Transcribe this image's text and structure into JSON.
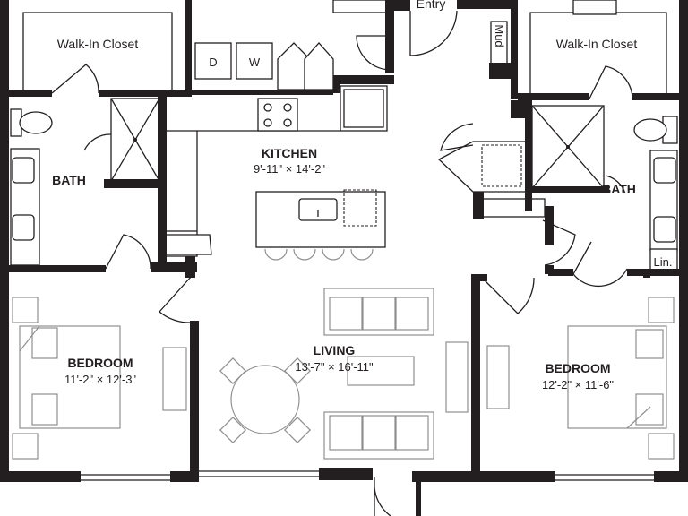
{
  "rooms": {
    "closet_left": {
      "name": "Walk-In Closet"
    },
    "closet_right": {
      "name": "Walk-In Closet"
    },
    "entry": {
      "name": "Entry"
    },
    "mud": {
      "name": "Mud"
    },
    "kitchen": {
      "name": "KITCHEN",
      "dims": "9'-11\" × 14'-2\""
    },
    "bath_left": {
      "name": "BATH"
    },
    "bath_right": {
      "name": "BATH"
    },
    "linen": {
      "name": "Lin."
    },
    "bedroom_left": {
      "name": "BEDROOM",
      "dims": "11'-2\" × 12'-3\""
    },
    "living": {
      "name": "LIVING",
      "dims": "13'-7\" × 16'-11\""
    },
    "bedroom_right": {
      "name": "BEDROOM",
      "dims": "12'-2\" × 11'-6\""
    }
  },
  "appliances": {
    "dryer": "D",
    "washer": "W"
  },
  "colors": {
    "wall": "#231f20",
    "furniture": "#8f8f8f",
    "background": "#ffffff"
  }
}
